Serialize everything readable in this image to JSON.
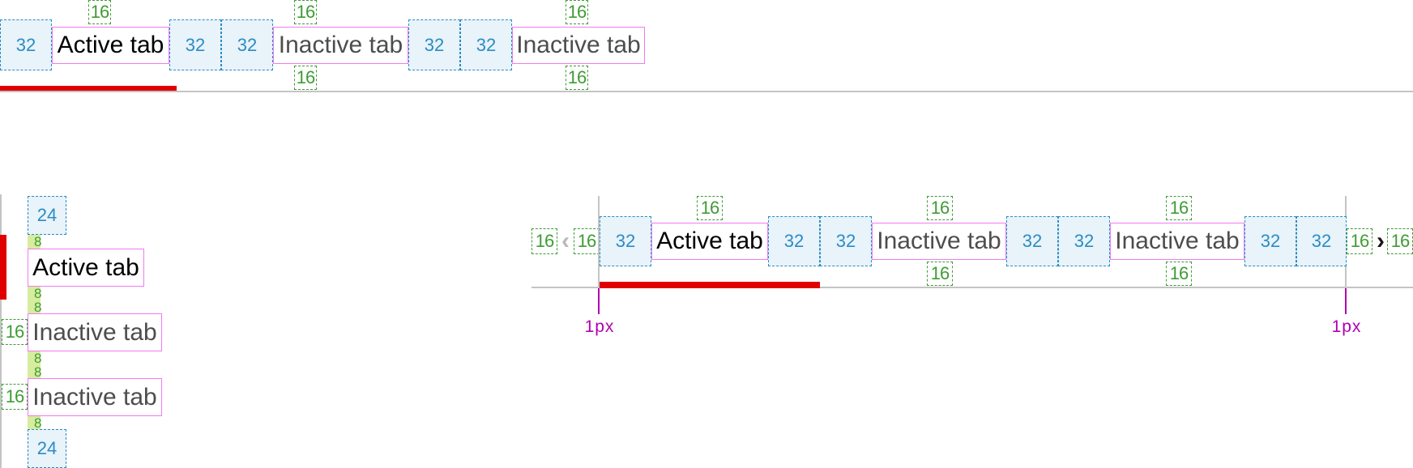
{
  "labels": {
    "active_tab": "Active tab",
    "inactive_tab": "Inactive tab",
    "pad32": "32",
    "pad24": "24",
    "gap16": "16",
    "gap8": "8",
    "border_width": "1px"
  },
  "icons": {
    "scroll_left": "chevron-left-icon",
    "scroll_right": "chevron-right-icon"
  },
  "colors": {
    "active_indicator": "#e00000",
    "spacer_fill": "#e8f3fa",
    "spacer_border": "#2b8cc4",
    "gap_border": "#3f9c35",
    "text_box_border": "#f27af2",
    "measure": "#b000b0",
    "divider": "#c4c4c4"
  }
}
